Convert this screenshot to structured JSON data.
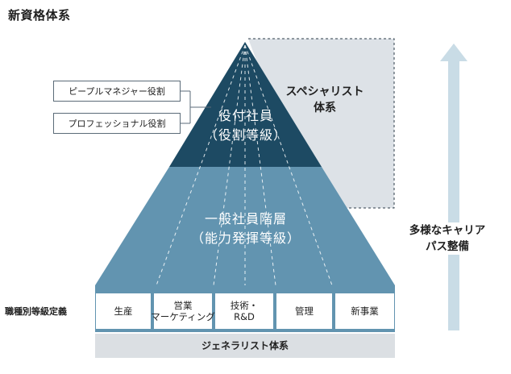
{
  "title": "新資格体系",
  "top_tier": {
    "line1": "役付社員",
    "line2": "（役割等級）"
  },
  "middle_tier": {
    "line1": "一般社員階層",
    "line2": "（能力発揮等級）"
  },
  "roles": [
    {
      "label": "ピープルマネジャー役割"
    },
    {
      "label": "プロフェッショナル役割"
    }
  ],
  "specialist": {
    "line1": "スペシャリスト",
    "line2": "体系"
  },
  "career": {
    "line1": "多様なキャリア",
    "line2": "パス整備"
  },
  "grade_definition_label": "職種別等級定義",
  "categories": [
    {
      "line1": "生産",
      "line2": ""
    },
    {
      "line1": "営業",
      "line2": "マーケティング"
    },
    {
      "line1": "技術・",
      "line2": "R&D"
    },
    {
      "line1": "管理",
      "line2": ""
    },
    {
      "line1": "新事業",
      "line2": ""
    }
  ],
  "generalist": "ジェネラリスト体系",
  "colors": {
    "top_tier": "#1d4a63",
    "middle_tier": "#6294b0",
    "category_band": "#6294b0",
    "specialist_panel": "#dde2e7",
    "career_arrow": "#c9dce6",
    "generalist_bar": "#dbdfe3"
  }
}
